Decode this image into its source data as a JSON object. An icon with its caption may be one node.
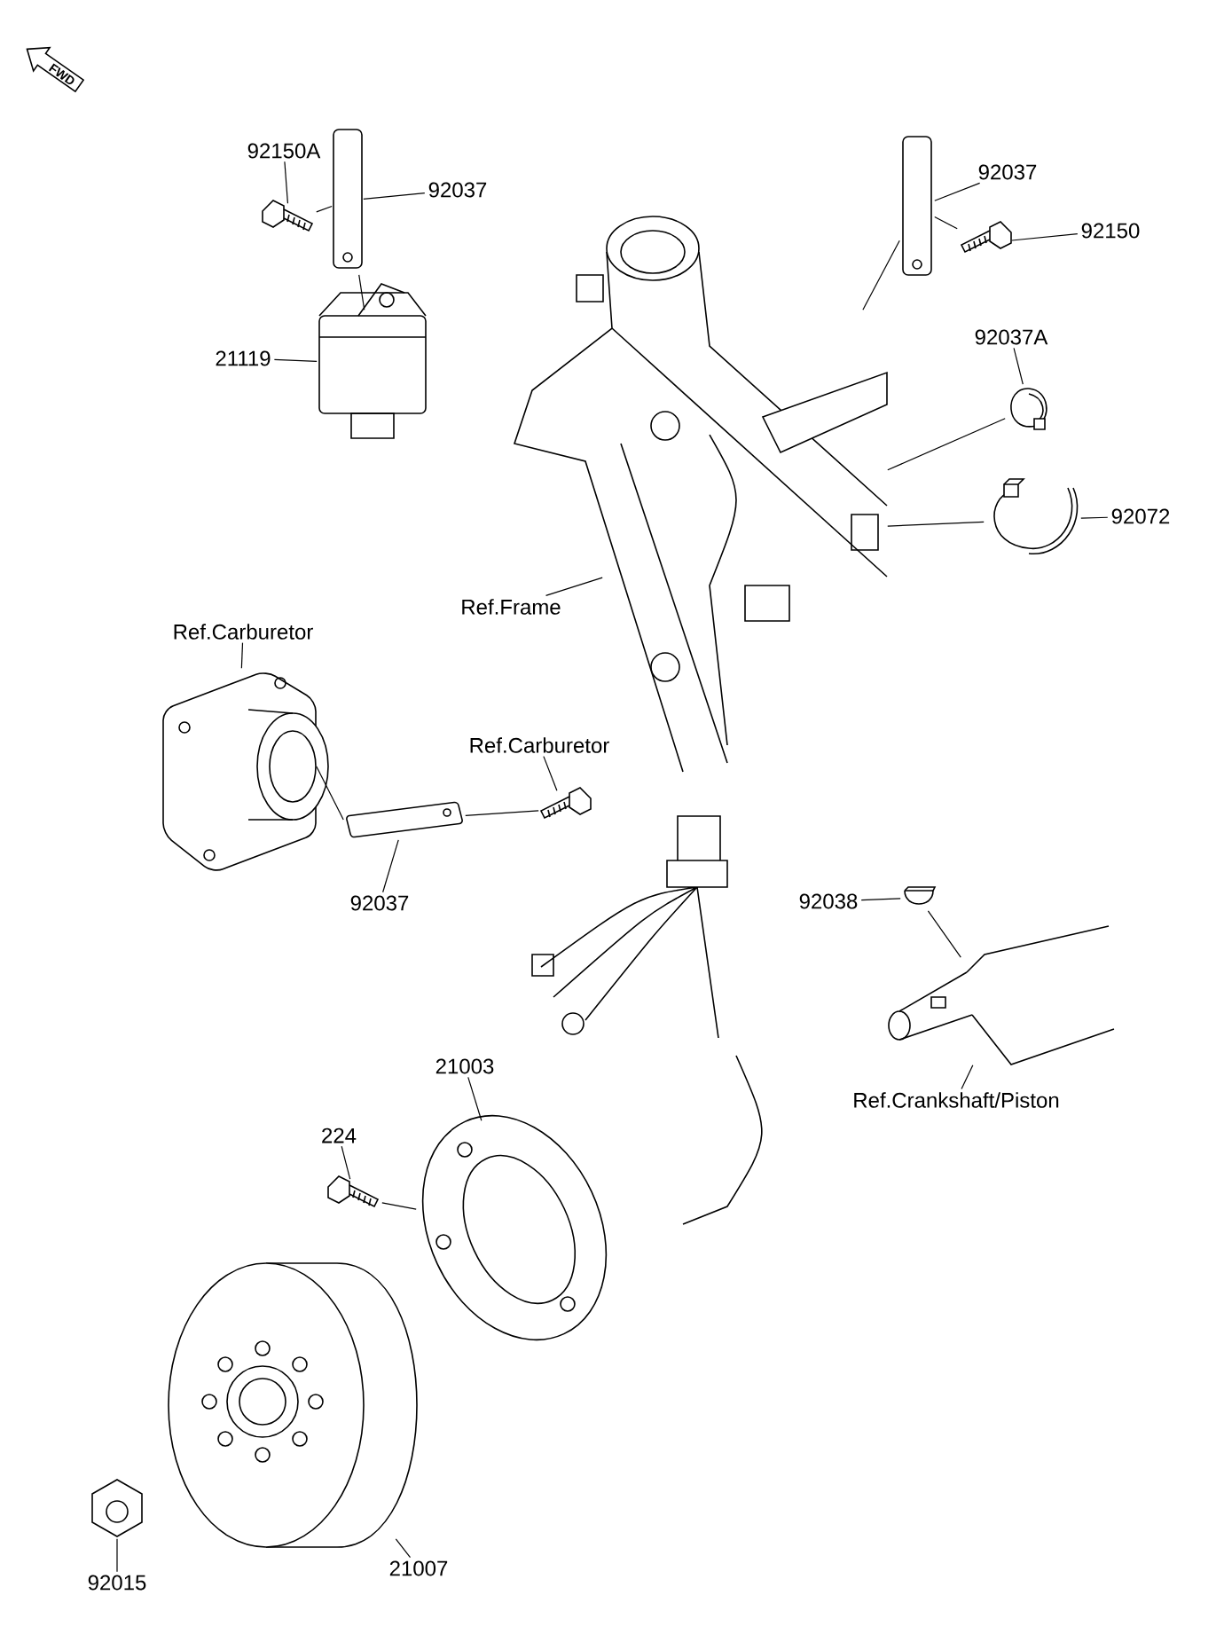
{
  "diagram": {
    "nodes": [
      {
        "text": [
          "92150A"
        ]
      },
      {
        "text": [
          "92037"
        ]
      },
      {
        "text": [
          "21119"
        ]
      },
      {
        "text": [
          "92037"
        ]
      },
      {
        "text": [
          "92150"
        ]
      },
      {
        "text": [
          "92037A"
        ]
      },
      {
        "text": [
          "92072"
        ]
      },
      {
        "text": [
          "Ref.Frame"
        ]
      },
      {
        "text": [
          "Ref.Carburetor"
        ]
      },
      {
        "text": [
          "Ref.Carburetor"
        ]
      },
      {
        "text": [
          "92037"
        ]
      },
      {
        "text": [
          "92038"
        ]
      },
      {
        "text": [
          "Ref.Crankshaft/Piston"
        ]
      },
      {
        "text": [
          "21003"
        ]
      },
      {
        "text": [
          "224"
        ]
      },
      {
        "text": [
          "21007"
        ]
      },
      {
        "text": [
          "92015"
        ]
      },
      {
        "text": [],
        "shape": "picture"
      },
      {
        "text": [],
        "shape": "picture"
      },
      {
        "text": [],
        "shape": "picture"
      },
      {
        "text": [],
        "shape": "picture"
      },
      {
        "text": [],
        "shape": "picture"
      },
      {
        "text": [],
        "shape": "picture"
      },
      {
        "text": [],
        "shape": "picture"
      },
      {
        "text": [],
        "shape": "picture"
      },
      {
        "text": [],
        "shape": "picture"
      },
      {
        "text": [],
        "shape": "picture"
      },
      {
        "text": [],
        "shape": "picture"
      },
      {
        "text": [],
        "shape": "picture"
      },
      {
        "text": [],
        "shape": "picture"
      },
      {
        "text": [],
        "shape": "picture"
      },
      {
        "text": [],
        "shape": "picture"
      },
      {
        "text": [],
        "shape": "picture"
      },
      {
        "text": [],
        "shape": "picture"
      }
    ],
    "edges": [
      {
        "from": 0,
        "to": 17,
        "arrow": "none"
      },
      {
        "from": 1,
        "to": 18,
        "arrow": "none"
      },
      {
        "from": 2,
        "to": 19,
        "arrow": "none"
      },
      {
        "from": 3,
        "to": 20,
        "arrow": "none"
      },
      {
        "from": 4,
        "to": 21,
        "arrow": "none"
      },
      {
        "from": 5,
        "to": 22,
        "arrow": "none"
      },
      {
        "from": 6,
        "to": 23,
        "arrow": "none"
      },
      {
        "from": 7,
        "to": 24,
        "arrow": "none"
      },
      {
        "from": 8,
        "to": 25,
        "arrow": "none"
      },
      {
        "from": 9,
        "to": 27,
        "arrow": "none"
      },
      {
        "from": 10,
        "to": 26,
        "arrow": "none"
      },
      {
        "from": 11,
        "to": 28,
        "arrow": "none"
      },
      {
        "from": 12,
        "to": 29,
        "arrow": "none"
      },
      {
        "from": 13,
        "to": 30,
        "arrow": "none"
      },
      {
        "from": 14,
        "to": 31,
        "arrow": "none"
      },
      {
        "from": 15,
        "to": 32,
        "arrow": "none"
      },
      {
        "from": 16,
        "to": 33,
        "arrow": "none"
      },
      {
        "from": 17,
        "to": 18,
        "arrow": "none"
      },
      {
        "from": 18,
        "to": 19,
        "arrow": "none"
      },
      {
        "from": 21,
        "to": 20,
        "arrow": "none"
      },
      {
        "from": 20,
        "to": 24,
        "arrow": "none"
      },
      {
        "from": 22,
        "to": 24,
        "arrow": "none"
      },
      {
        "from": 23,
        "to": 24,
        "arrow": "none"
      },
      {
        "from": 25,
        "to": 26,
        "arrow": "none"
      },
      {
        "from": 26,
        "to": 27,
        "arrow": "none"
      },
      {
        "from": 28,
        "to": 29,
        "arrow": "none"
      },
      {
        "from": 31,
        "to": 30,
        "arrow": "none"
      }
    ],
    "labels": [
      "FWD"
    ]
  }
}
